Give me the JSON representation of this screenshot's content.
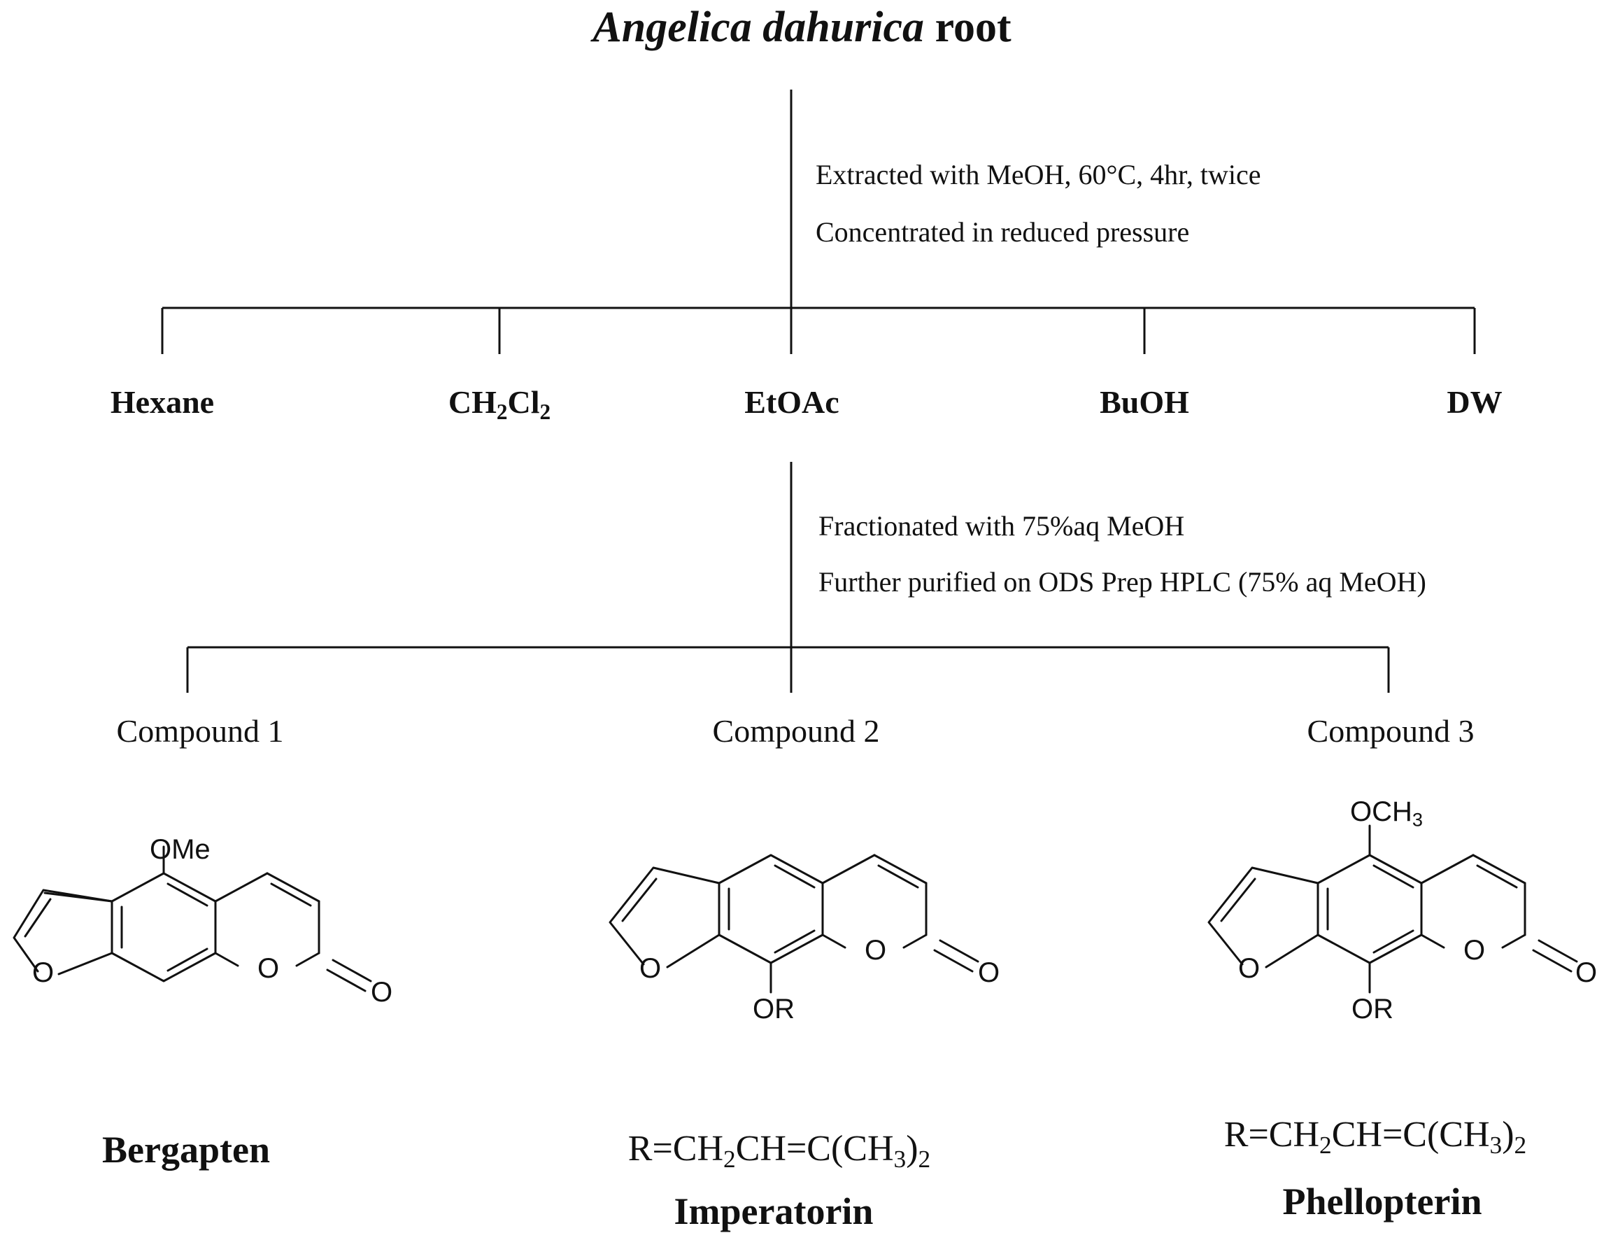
{
  "title": {
    "italic": "Angelica dahurica",
    "rest": "root"
  },
  "step1": {
    "line1": "Extracted with MeOH, 60°C, 4hr, twice",
    "line2": "Concentrated in reduced pressure"
  },
  "solvents": {
    "hexane": "Hexane",
    "ch2cl2": {
      "a": "CH",
      "s1": "2",
      "b": "Cl",
      "s2": "2"
    },
    "etoac": "EtOAc",
    "buoh": "BuOH",
    "dw": "DW"
  },
  "step2": {
    "line1": "Fractionated with 75%aq MeOH",
    "line2": "Further purified on ODS Prep HPLC (75% aq MeOH)"
  },
  "compounds": [
    "Compound 1",
    "Compound 2",
    "Compound 3"
  ],
  "structures": {
    "bergapten": {
      "substituent": "OMe",
      "o_ring": "O",
      "o_lactone": "O",
      "o_carbonyl": "O",
      "name": "Bergapten"
    },
    "imperatorin": {
      "substituent": "OR",
      "o_ring": "O",
      "o_lactone": "O",
      "o_carbonyl": "O",
      "r_def": {
        "a": "R=CH",
        "s1": "2",
        "b": "CH=C(CH",
        "s2": "3",
        "c": ")",
        "s3": "2"
      },
      "name": "Imperatorin"
    },
    "phellopterin": {
      "top_sub": {
        "a": "OCH",
        "s": "3"
      },
      "substituent": "OR",
      "o_ring": "O",
      "o_lactone": "O",
      "o_carbonyl": "O",
      "r_def": {
        "a": "R=CH",
        "s1": "2",
        "b": "CH=C(CH",
        "s2": "3",
        "c": ")",
        "s3": "2"
      },
      "name": "Phellopterin"
    }
  }
}
